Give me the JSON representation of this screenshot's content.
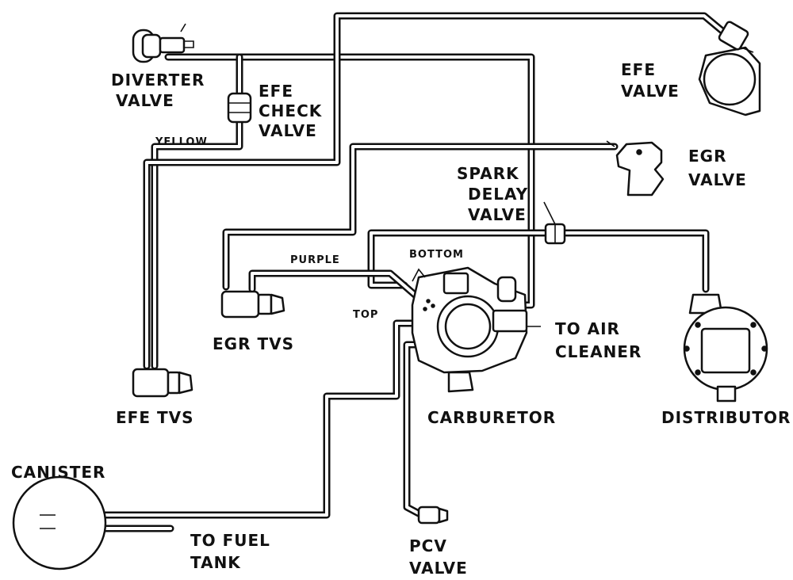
{
  "labels": {
    "diverter_valve": [
      "DIVERTER",
      "VALVE"
    ],
    "efe_check_valve": [
      "EFE",
      "CHECK",
      "VALVE"
    ],
    "yellow": "YELLOW",
    "efe_valve": [
      "EFE",
      "VALVE"
    ],
    "egr_valve": [
      "EGR",
      "VALVE"
    ],
    "spark_delay_valve": [
      "SPARK",
      "DELAY",
      "VALVE"
    ],
    "purple": "PURPLE",
    "bottom": "BOTTOM",
    "top": "TOP",
    "egr_tvs": "EGR TVS",
    "to_air_cleaner": [
      "TO AIR",
      "CLEANER"
    ],
    "efe_tvs": "EFE TVS",
    "carburetor": "CARBURETOR",
    "distributor": "DISTRIBUTOR",
    "canister": "CANISTER",
    "to_fuel_tank": [
      "TO FUEL",
      "TANK"
    ],
    "pcv_valve": [
      "PCV",
      "VALVE"
    ]
  }
}
